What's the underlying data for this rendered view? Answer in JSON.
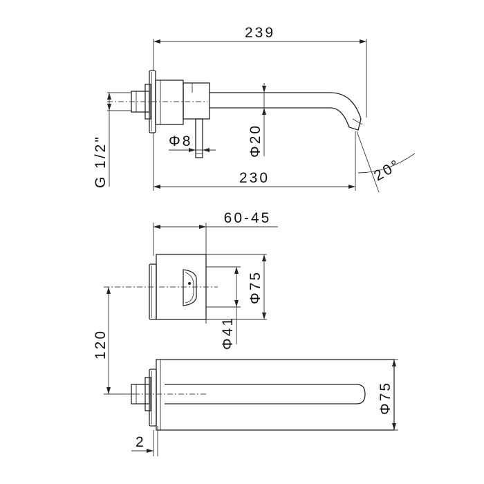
{
  "dimensions": {
    "overall_length": "239",
    "spout_length": "230",
    "thread": "G 1/2\"",
    "lever_diameter": "Φ8",
    "spout_diameter": "Φ20",
    "spout_angle": "20°",
    "depth_range": "60-45",
    "plate_diameter_top": "Φ75",
    "cartridge_diameter": "Φ41",
    "vertical_spacing": "120",
    "plate_diameter_bottom": "Φ75",
    "plate_thickness": "2"
  }
}
